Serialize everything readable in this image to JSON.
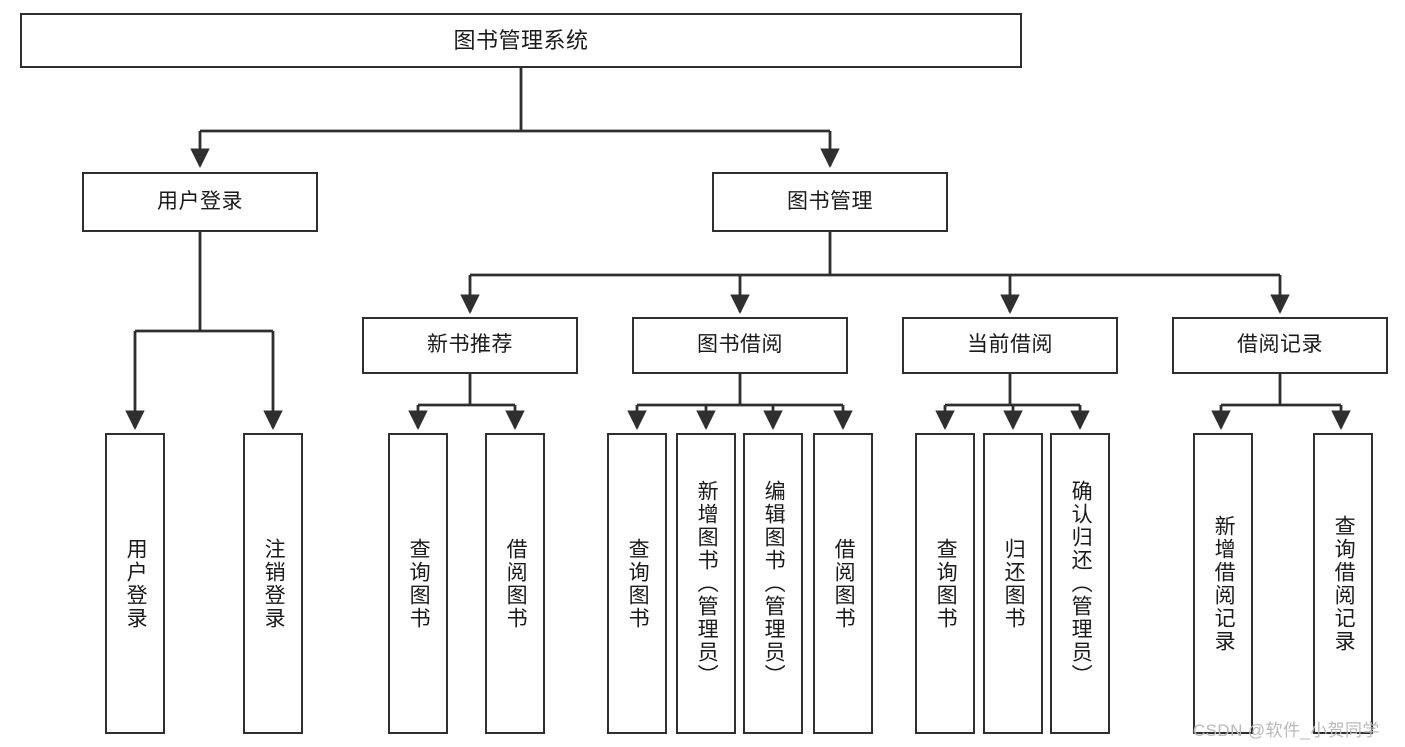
{
  "diagram": {
    "type": "tree",
    "title": "图书管理系统",
    "root": {
      "label": "图书管理系统"
    },
    "level1": [
      {
        "label": "用户登录"
      },
      {
        "label": "图书管理"
      }
    ],
    "level2": [
      {
        "label": "新书推荐"
      },
      {
        "label": "图书借阅"
      },
      {
        "label": "当前借阅"
      },
      {
        "label": "借阅记录"
      }
    ],
    "leaves_user_login": [
      {
        "label": "用户登录"
      },
      {
        "label": "注销登录"
      }
    ],
    "leaves_new_book": [
      {
        "label": "查询图书"
      },
      {
        "label": "借阅图书"
      }
    ],
    "leaves_borrow": [
      {
        "label": "查询图书"
      },
      {
        "label": "新增图书（管理员）"
      },
      {
        "label": "编辑图书（管理员）"
      },
      {
        "label": "借阅图书"
      }
    ],
    "leaves_current": [
      {
        "label": "查询图书"
      },
      {
        "label": "归还图书"
      },
      {
        "label": "确认归还（管理员）"
      }
    ],
    "leaves_records": [
      {
        "label": "新增借阅记录"
      },
      {
        "label": "查询借阅记录"
      }
    ]
  },
  "watermark": {
    "text": "CSDN @软件_小贺同学"
  },
  "colors": {
    "stroke": "#2f2f2f",
    "background": "#ffffff",
    "watermark": "#b9b9b9"
  }
}
